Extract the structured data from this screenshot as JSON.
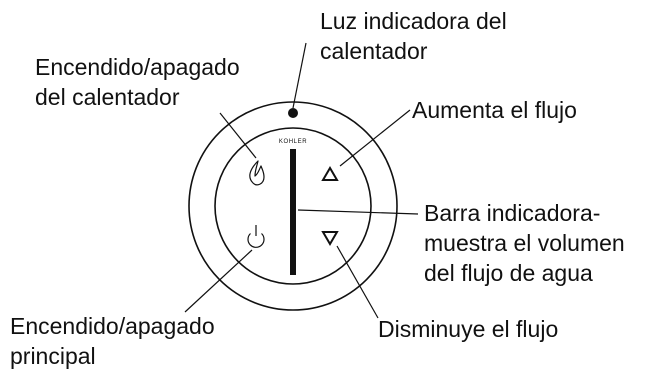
{
  "labels": {
    "heater_light": [
      "Luz indicadora del",
      "calentador"
    ],
    "heater_power": [
      "Encendido/apagado",
      "del calentador"
    ],
    "flow_up": [
      "Aumenta el flujo"
    ],
    "indicator_bar": [
      "Barra indicadora-",
      "muestra el volumen",
      "del flujo de agua"
    ],
    "main_power": [
      "Encendido/apagado",
      "principal"
    ],
    "flow_down": [
      "Disminuye el flujo"
    ]
  },
  "brand": "KOHLER",
  "icons": {
    "heater_power": "flame-icon",
    "main_power": "power-icon",
    "flow_up": "triangle-up-icon",
    "flow_down": "triangle-down-icon",
    "heater_light": "indicator-dot-icon"
  },
  "colors": {
    "ink": "#111111",
    "background": "#ffffff"
  }
}
